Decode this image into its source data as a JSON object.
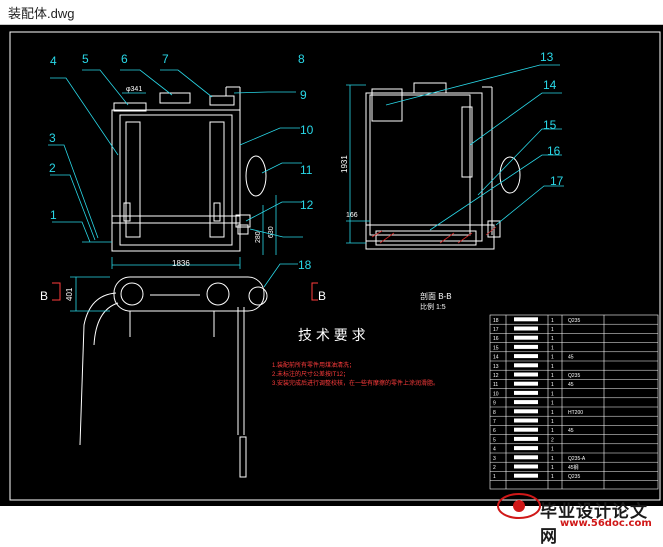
{
  "window": {
    "title": "装配体.dwg"
  },
  "balloons": [
    "1",
    "2",
    "3",
    "4",
    "5",
    "6",
    "7",
    "8",
    "9",
    "10",
    "11",
    "12",
    "13",
    "14",
    "15",
    "16",
    "17",
    "18"
  ],
  "dimensions": {
    "cap_dia": "φ341",
    "overall_width": "1836",
    "height_left": "401",
    "dim_280": "280",
    "dim_630": "630",
    "overall_height": "1931",
    "dim_166": "166"
  },
  "section": {
    "label": "B",
    "title": "剖面 B-B",
    "scale": "比例 1:5"
  },
  "tech_req": {
    "heading": "技 术 要 求",
    "items": [
      "1.装配前所有零件用煤油清洗；",
      "2.未标注的尺寸公差按IT12；",
      "3.安装完成后进行调整校核，在一些有摩擦的零件上涂润滑脂。"
    ]
  },
  "parts_table": {
    "rows": [
      {
        "no": "18",
        "qty": "1",
        "mat": "Q235"
      },
      {
        "no": "17",
        "qty": "1",
        "mat": ""
      },
      {
        "no": "16",
        "qty": "1",
        "mat": ""
      },
      {
        "no": "15",
        "qty": "1",
        "mat": ""
      },
      {
        "no": "14",
        "qty": "1",
        "mat": "45"
      },
      {
        "no": "13",
        "qty": "1",
        "mat": ""
      },
      {
        "no": "12",
        "qty": "1",
        "mat": "Q235"
      },
      {
        "no": "11",
        "qty": "1",
        "mat": "45"
      },
      {
        "no": "10",
        "qty": "1",
        "mat": ""
      },
      {
        "no": "9",
        "qty": "1",
        "mat": ""
      },
      {
        "no": "8",
        "qty": "1",
        "mat": "HT200"
      },
      {
        "no": "7",
        "qty": "1",
        "mat": ""
      },
      {
        "no": "6",
        "qty": "1",
        "mat": "45"
      },
      {
        "no": "5",
        "qty": "2",
        "mat": ""
      },
      {
        "no": "4",
        "qty": "1",
        "mat": ""
      },
      {
        "no": "3",
        "qty": "1",
        "mat": "Q235-A"
      },
      {
        "no": "2",
        "qty": "1",
        "mat": "45钢"
      },
      {
        "no": "1",
        "qty": "1",
        "mat": "Q235"
      }
    ]
  },
  "watermark": {
    "text": "毕业设计论文网",
    "url": "www.56doc.com"
  },
  "colors": {
    "background": "#000000",
    "line": "#ffffff",
    "dim": "#29d8e8",
    "accent": "#ff4040"
  }
}
